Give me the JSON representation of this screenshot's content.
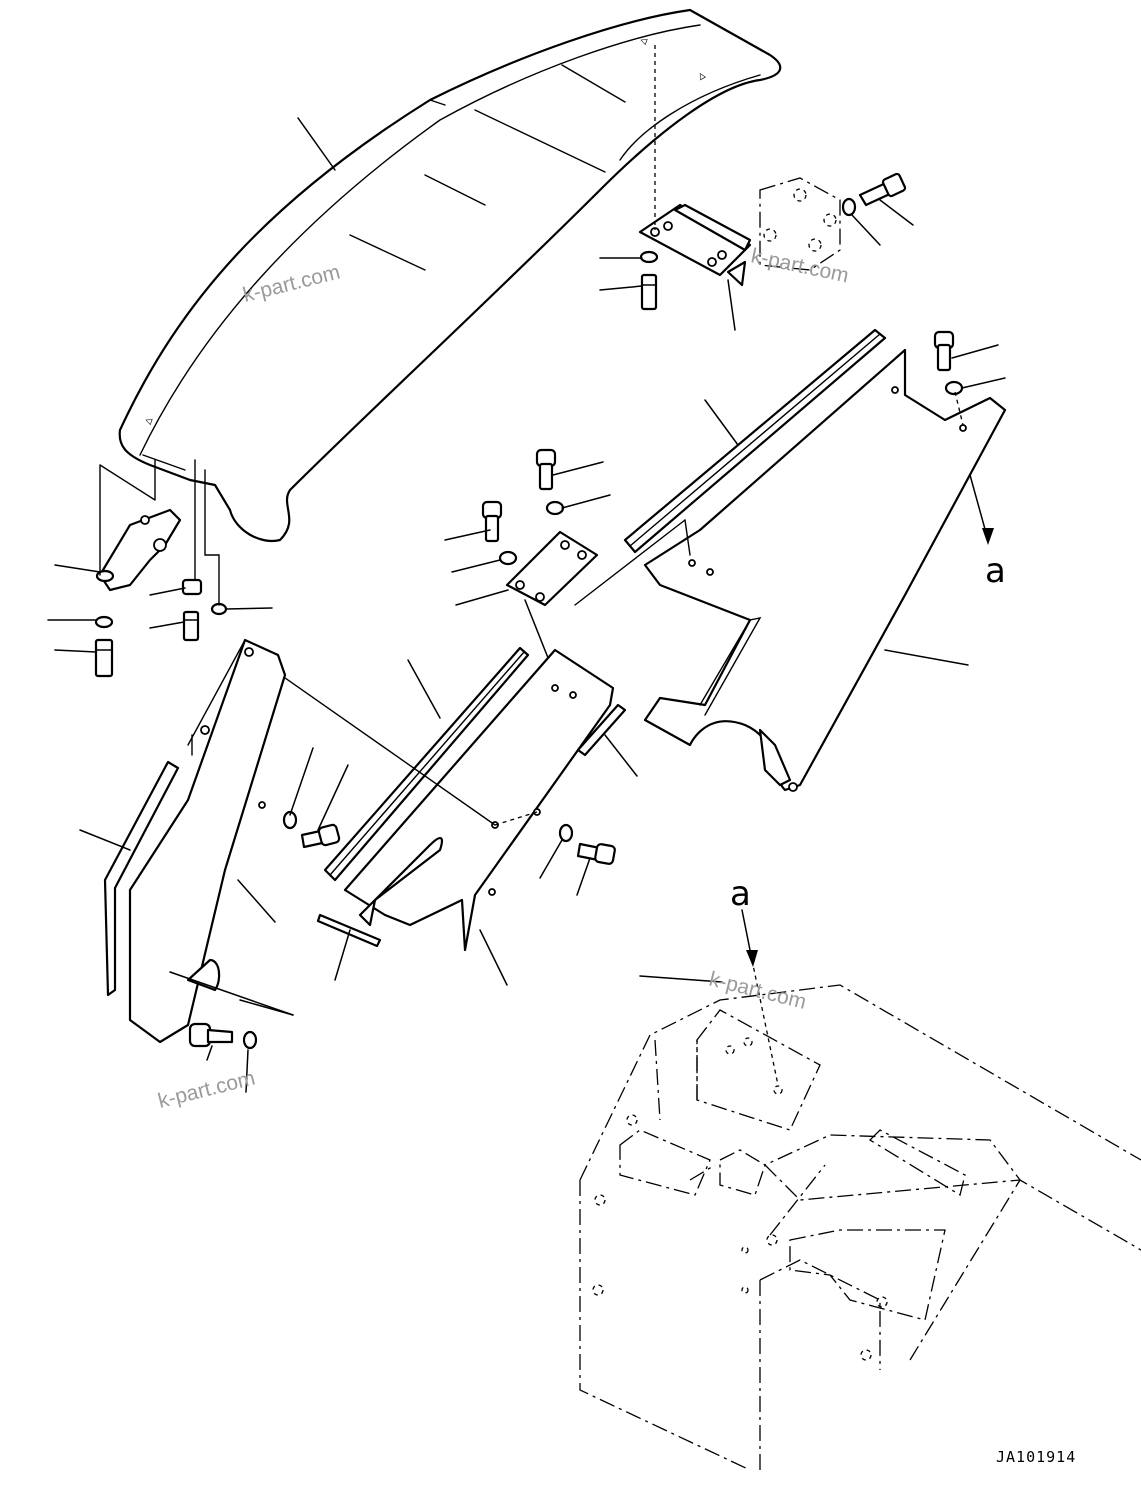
{
  "diagram": {
    "drawing_code": "JA101914",
    "view_labels": [
      "a",
      "a"
    ],
    "watermark": "k-part.com"
  }
}
